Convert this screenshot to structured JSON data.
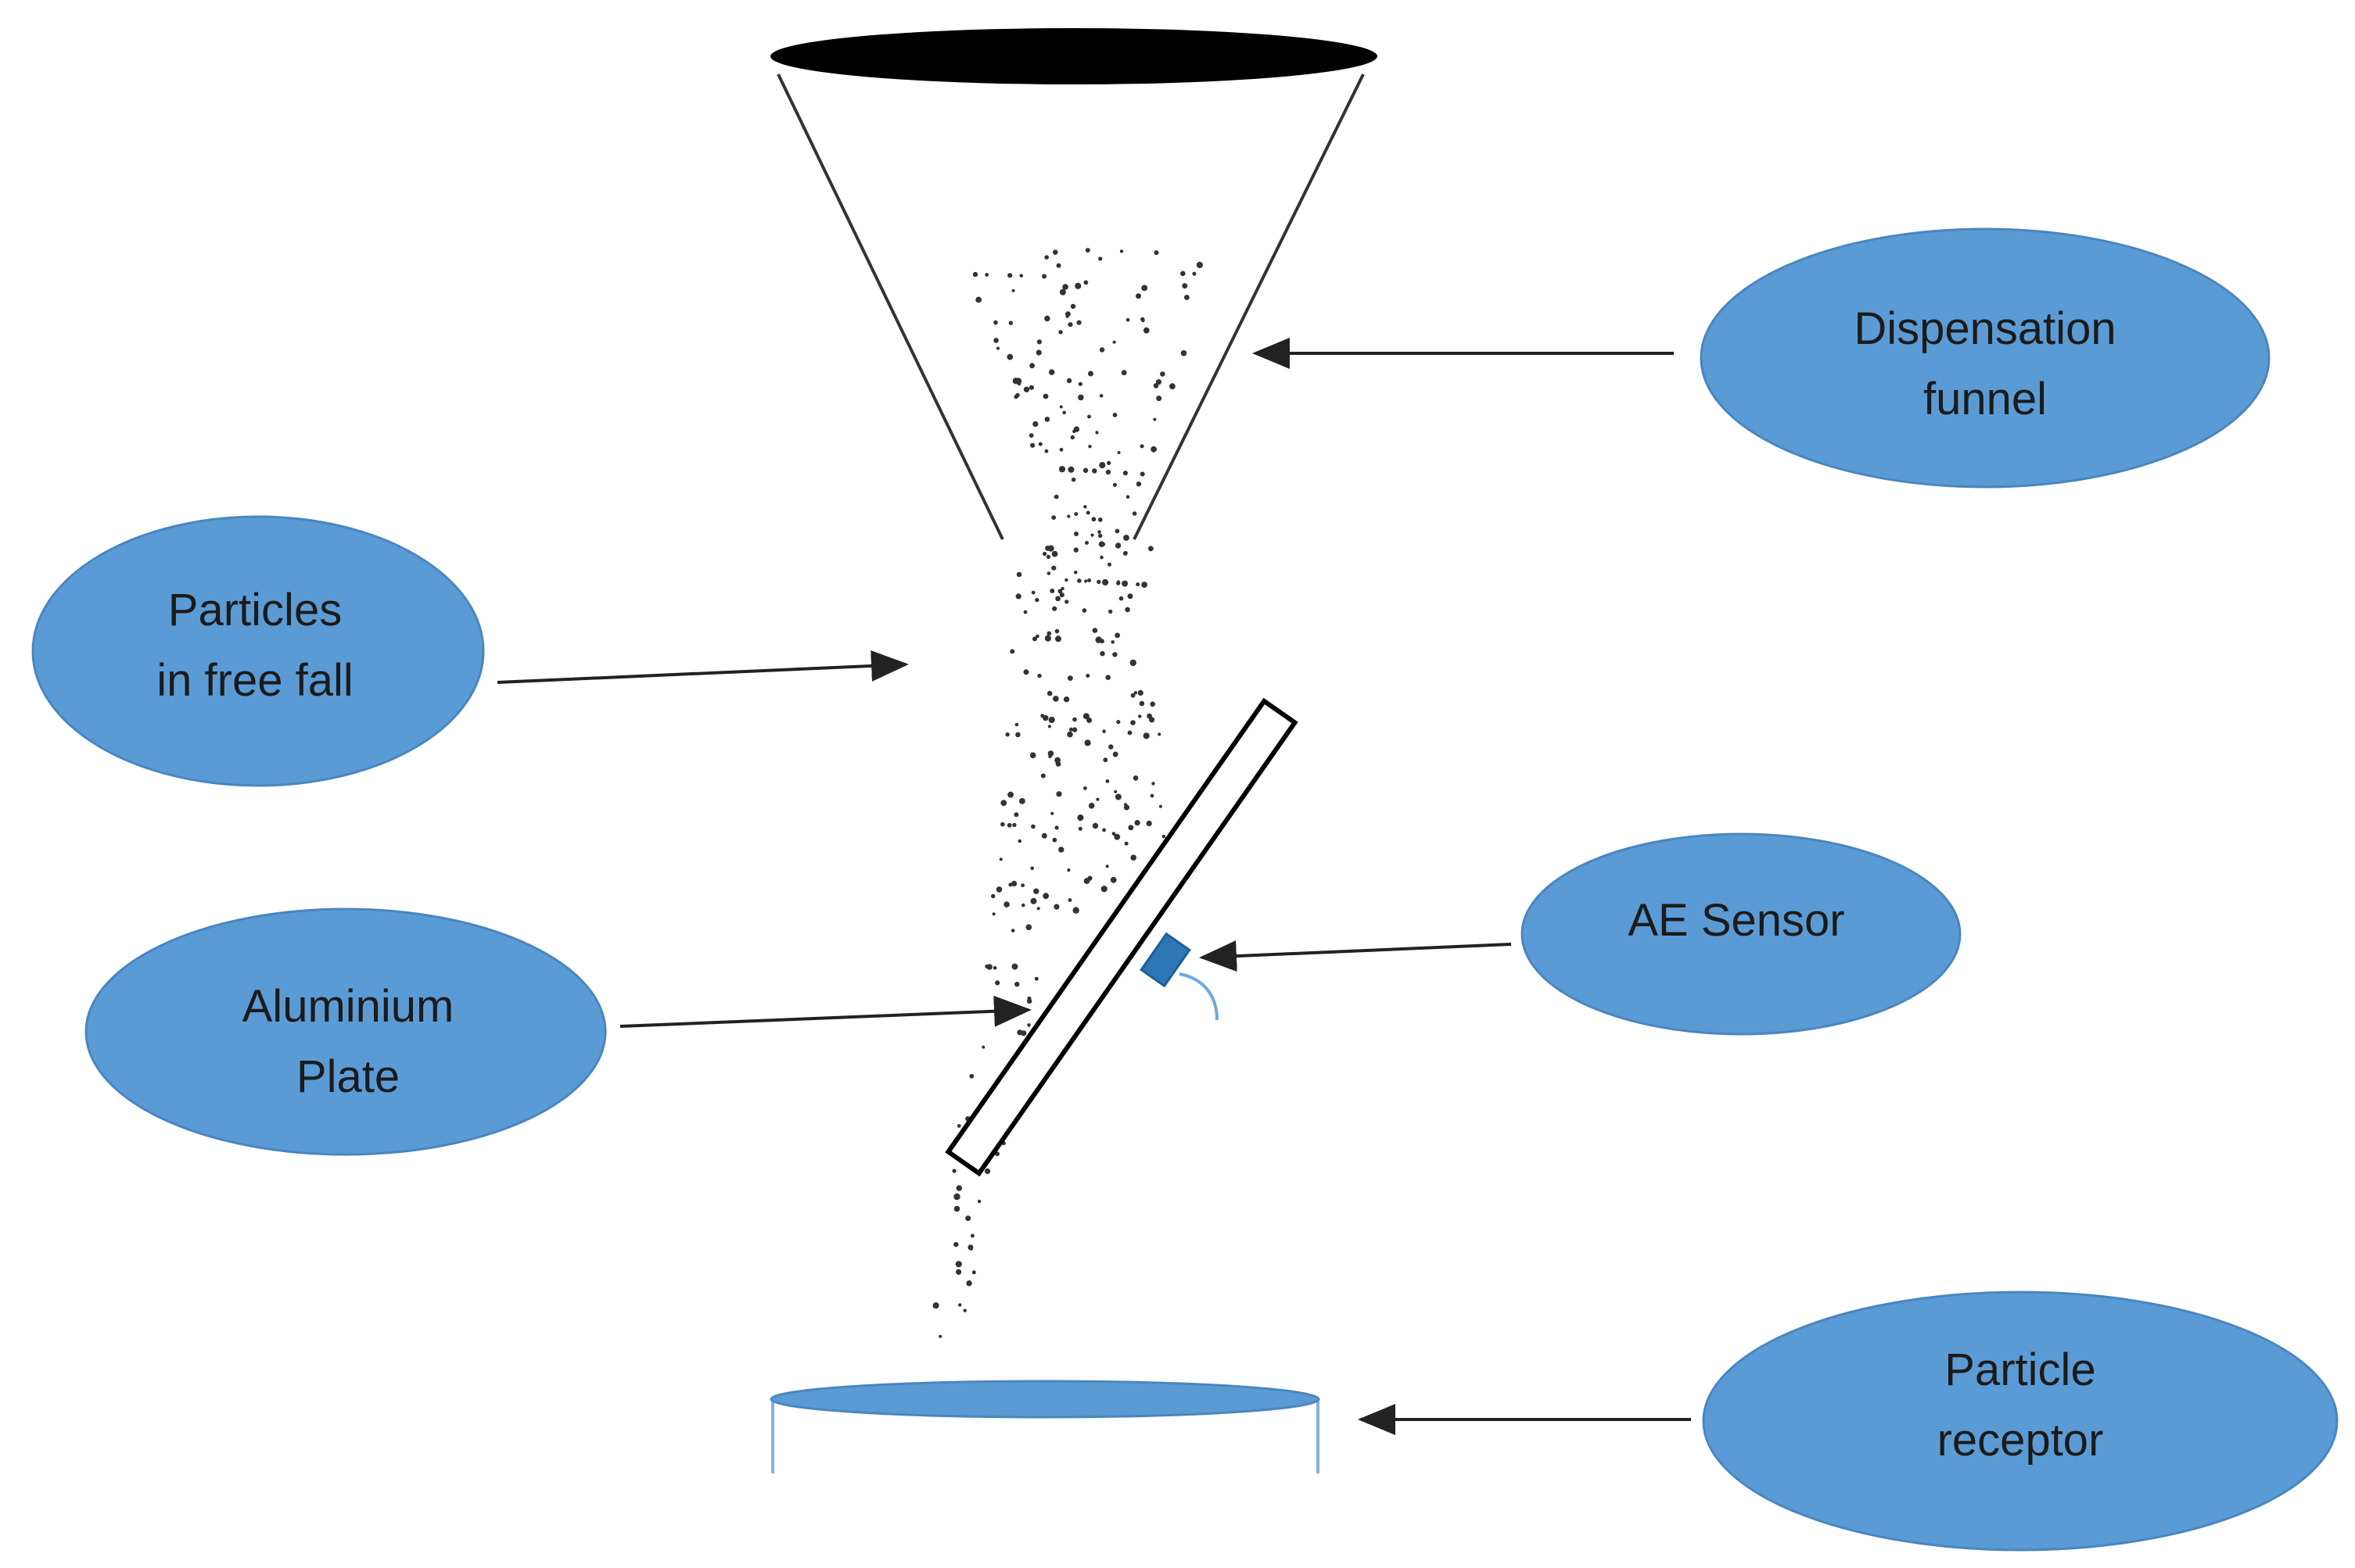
{
  "labels": {
    "funnel_line1": "Dispensation",
    "funnel_line2": "funnel",
    "particles_line1": "Particles",
    "particles_line2": "in free fall",
    "sensor_line1": "AE Sensor",
    "plate_line1": "Aluminium",
    "plate_line2": "Plate",
    "receptor_line1": "Particle",
    "receptor_line2": "receptor"
  },
  "colors": {
    "bubble_fill": "#5b9bd5",
    "receptor_fill": "#5b9bd5",
    "funnel_rim": "#000000",
    "particles": "#333333",
    "text": "#1b1b1b"
  },
  "icons": {
    "funnel": "dispensation-funnel-icon",
    "plate": "aluminium-plate-icon",
    "sensor": "ae-sensor-icon",
    "receptor": "particle-receptor-icon"
  }
}
